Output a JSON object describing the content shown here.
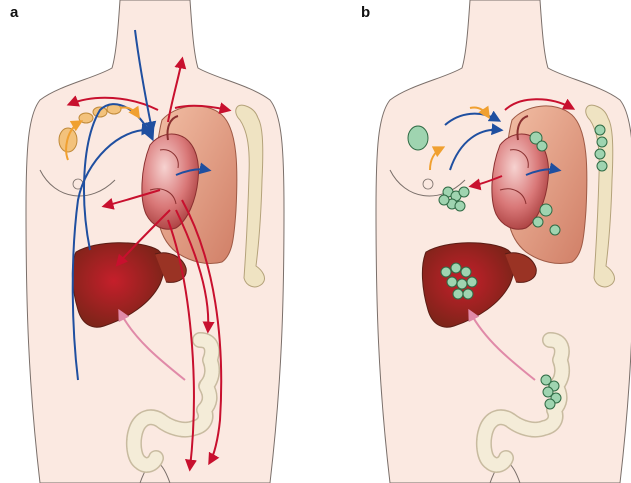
{
  "panels": [
    {
      "id": "a",
      "label": "a"
    },
    {
      "id": "b",
      "label": "b"
    }
  ],
  "colors": {
    "skin": "#fbe9e1",
    "outline": "#7a6f6a",
    "artery": "#c8102e",
    "vein": "#1f4fa0",
    "lymph": "#f0a030",
    "portal": "#e08aa8",
    "liver": "#8a2a20",
    "lung": "#e8a58a",
    "bone": "#efe3c2",
    "colon": "#f4ecd8",
    "metastasis": "#9fd4b0"
  }
}
